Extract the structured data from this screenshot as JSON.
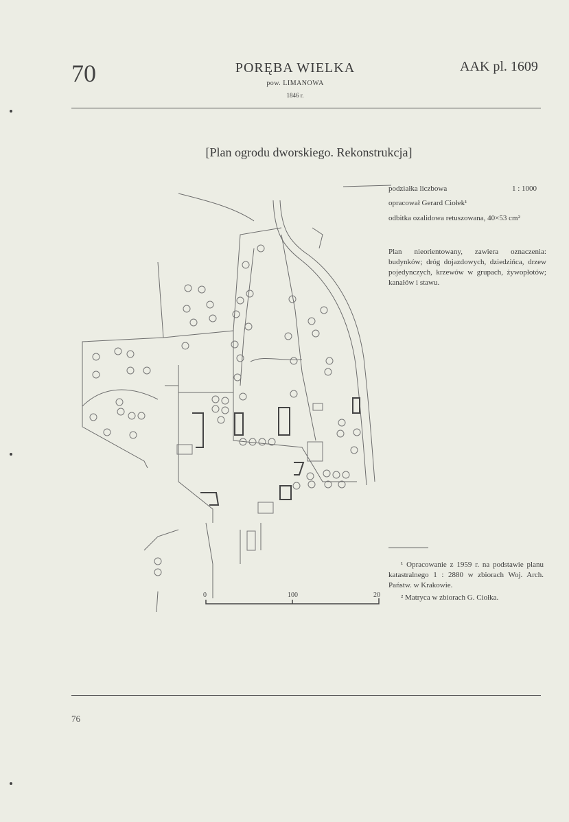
{
  "header": {
    "page_number": "70",
    "place_name": "PORĘBA WIELKA",
    "district": "pow. LIMANOWA",
    "year": "1846 r.",
    "catalog_ref": "AAK pl. 1609"
  },
  "plan": {
    "title": "[Plan ogrodu dworskiego. Rekonstrukcja]",
    "scale_label": "podziałka liczbowa",
    "scale_value": "1 : 1000",
    "author": "opracował Gerard Ciołek¹",
    "print_note": "odbitka ozalidowa retuszowana, 40×53 cm²",
    "description": "Plan nieorientowany, zawiera oznaczenia: budynków; dróg dojazdowych, dziedzińca, drzew pojedynczych, krzewów w grupach, żywopłotów; kanałów i stawu.",
    "scale_bar": {
      "label_0": "0",
      "label_100": "100",
      "label_200": "20"
    }
  },
  "footnotes": {
    "note_1": "¹ Opracowanie z 1959 r. na podstawie planu katastralnego 1 : 2880 w zbiorach Woj. Arch. Państw. w Krakowie.",
    "note_2": "² Matryca w zbiorach G. Ciołka."
  },
  "footer": {
    "page_number": "76"
  }
}
